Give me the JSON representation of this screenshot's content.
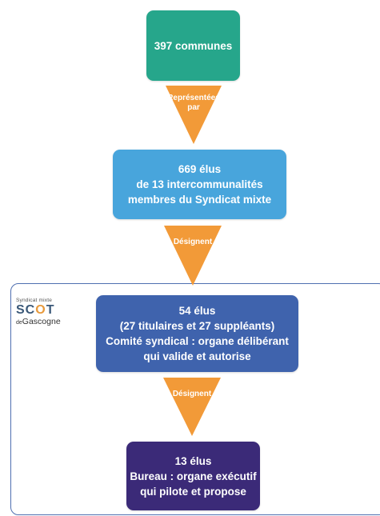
{
  "boxes": {
    "communes": {
      "line1": "397 communes",
      "color": "#26a68b"
    },
    "elus669": {
      "line1": "669 élus",
      "line2": "de 13 intercommunalités",
      "line3": "membres du Syndicat mixte",
      "color": "#48a5dc"
    },
    "elus54": {
      "line1": "54 élus",
      "line2": "(27 titulaires et 27 suppléants)",
      "line3": "Comité syndical : organe délibérant",
      "line4": "qui valide et autorise",
      "color": "#3f63ad"
    },
    "elus13": {
      "line1": "13 élus",
      "line2": "Bureau : organe exécutif",
      "line3": "qui pilote et propose",
      "color": "#3b2a78"
    }
  },
  "arrows": {
    "a1": {
      "line1": "Représentées",
      "line2": "par"
    },
    "a2": {
      "label": "Désignent"
    },
    "a3": {
      "label": "Désignent"
    },
    "color": "#f29a38"
  },
  "logo": {
    "small_text": "Syndicat mixte",
    "scot_text": "SCOT",
    "bottom_de": "de",
    "bottom_name": "Gascogne",
    "accent_color": "#e89a3c"
  }
}
